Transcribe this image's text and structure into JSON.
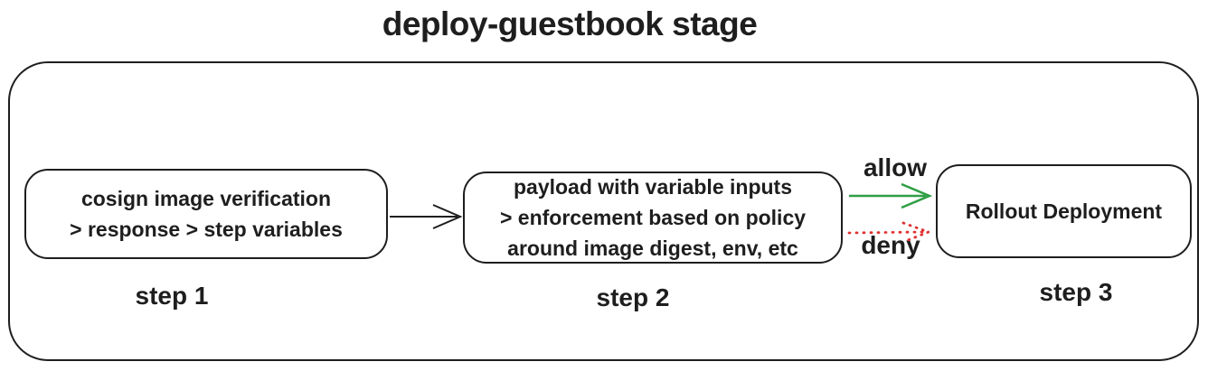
{
  "title": "deploy-guestbook stage",
  "colors": {
    "background": "#ffffff",
    "stroke": "#1e1e1e",
    "allow_green": "#2f9e44",
    "deny_red": "#e03131"
  },
  "steps": [
    {
      "label": "step 1",
      "lines": [
        "cosign image verification",
        "> response > step variables"
      ]
    },
    {
      "label": "step 2",
      "lines": [
        "payload with variable inputs",
        "> enforcement based on policy",
        "around image digest, env, etc"
      ]
    },
    {
      "label": "step 3",
      "lines": [
        "Rollout Deployment"
      ]
    }
  ],
  "arrows": [
    {
      "name": "step1-to-step2",
      "label": "",
      "color": "#1e1e1e",
      "style": "solid"
    },
    {
      "name": "allow",
      "label": "allow",
      "color": "#2f9e44",
      "style": "solid"
    },
    {
      "name": "deny",
      "label": "deny",
      "color": "#e03131",
      "style": "dotted"
    }
  ]
}
